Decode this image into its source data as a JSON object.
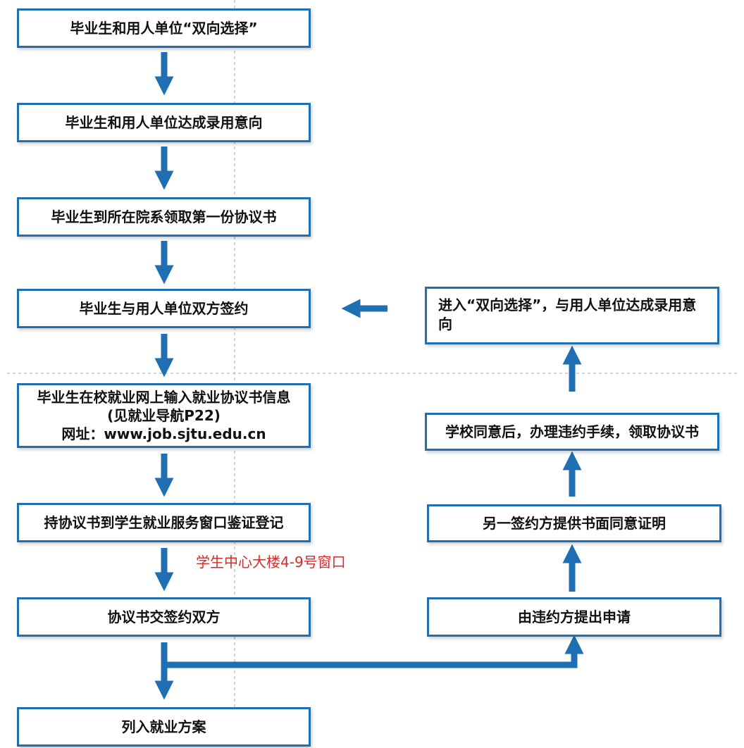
{
  "diagram": {
    "left_steps": [
      "毕业生和用人单位“双向选择”",
      "毕业生和用人单位达成录用意向",
      "毕业生到所在院系领取第一份协议书",
      "毕业生与用人单位双方签约",
      {
        "line1": "毕业生在校就业网上输入就业协议书信息",
        "line2": "(见就业导航P22)",
        "line3": "网址：www.job.sjtu.edu.cn"
      },
      "持协议书到学生就业服务窗口鉴证登记",
      "协议书交签约双方",
      "列入就业方案"
    ],
    "note": "学生中心大楼4-9号窗口",
    "right_steps": [
      "进入“双向选择”，与用人单位达成录用意向",
      "学校同意后，办理违约手续，领取协议书",
      "另一签约方提供书面同意证明",
      "由违约方提出申请"
    ],
    "colors": {
      "accent": "#1f6fb2",
      "note": "#d62b2b",
      "guide": "#bdbdbd"
    }
  }
}
